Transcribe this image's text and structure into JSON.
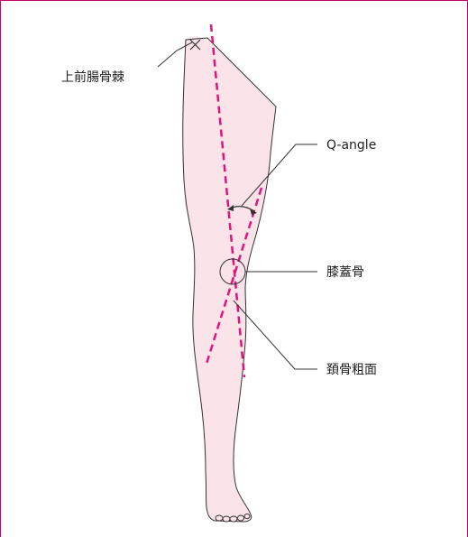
{
  "labels": {
    "asis": "上前腸骨棘",
    "q_angle": "Q-angle",
    "patella": "膝蓋骨",
    "tibial_tuberosity": "頚骨粗面"
  },
  "colors": {
    "frame": "#c0006e",
    "leg_fill": "#fbe3ea",
    "outline": "#333333",
    "guide_line": "#e0157a"
  }
}
